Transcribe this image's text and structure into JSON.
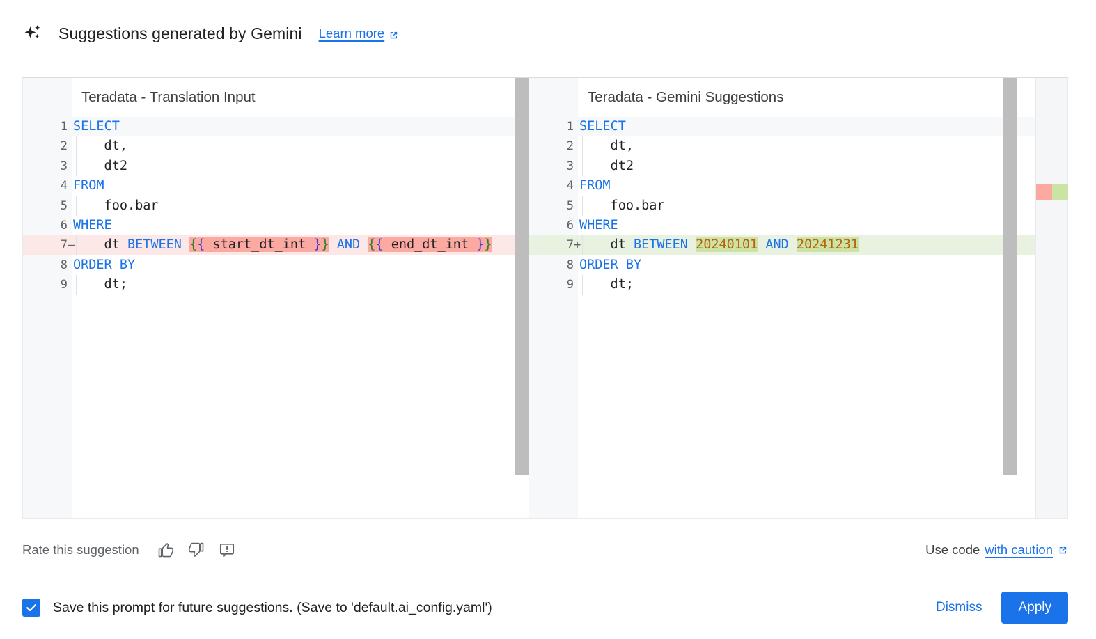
{
  "header": {
    "sparkle_icon": "sparkle-icon",
    "title": "Suggestions generated by Gemini",
    "learn_more": "Learn more",
    "external_link_icon": "external-link-icon"
  },
  "diff": {
    "left": {
      "title": "Teradata - Translation Input",
      "lines": [
        {
          "n": "1",
          "sign": "",
          "state": "current",
          "indent": 0,
          "tokens": [
            {
              "t": "SELECT",
              "c": "kw"
            }
          ]
        },
        {
          "n": "2",
          "sign": "",
          "state": "",
          "indent": 1,
          "tokens": [
            {
              "t": "    dt,",
              "c": ""
            }
          ]
        },
        {
          "n": "3",
          "sign": "",
          "state": "",
          "indent": 1,
          "tokens": [
            {
              "t": "    dt2",
              "c": ""
            }
          ]
        },
        {
          "n": "4",
          "sign": "",
          "state": "",
          "indent": 0,
          "tokens": [
            {
              "t": "FROM",
              "c": "kw"
            }
          ]
        },
        {
          "n": "5",
          "sign": "",
          "state": "",
          "indent": 1,
          "tokens": [
            {
              "t": "    foo.bar",
              "c": ""
            }
          ]
        },
        {
          "n": "6",
          "sign": "",
          "state": "",
          "indent": 0,
          "tokens": [
            {
              "t": "WHERE",
              "c": "kw"
            }
          ]
        },
        {
          "n": "7",
          "sign": "—",
          "state": "del",
          "indent": 1,
          "tokens": [
            {
              "t": "    dt ",
              "c": ""
            },
            {
              "t": "BETWEEN",
              "c": "kw"
            },
            {
              "t": " ",
              "c": ""
            },
            {
              "t": "{",
              "c": "brace-g",
              "chip": "del"
            },
            {
              "t": "{",
              "c": "brace-b",
              "chip": "del"
            },
            {
              "t": " start_dt_int ",
              "c": "",
              "chip": "del"
            },
            {
              "t": "}",
              "c": "brace-b",
              "chip": "del"
            },
            {
              "t": "}",
              "c": "brace-g",
              "chip": "del"
            },
            {
              "t": " ",
              "c": ""
            },
            {
              "t": "AND",
              "c": "kw"
            },
            {
              "t": " ",
              "c": ""
            },
            {
              "t": "{",
              "c": "brace-g",
              "chip": "del"
            },
            {
              "t": "{",
              "c": "brace-b",
              "chip": "del"
            },
            {
              "t": " end_dt_int ",
              "c": "",
              "chip": "del"
            },
            {
              "t": "}",
              "c": "brace-b",
              "chip": "del"
            },
            {
              "t": "}",
              "c": "brace-g",
              "chip": "del"
            }
          ]
        },
        {
          "n": "8",
          "sign": "",
          "state": "",
          "indent": 0,
          "tokens": [
            {
              "t": "ORDER BY",
              "c": "kw"
            }
          ]
        },
        {
          "n": "9",
          "sign": "",
          "state": "",
          "indent": 1,
          "tokens": [
            {
              "t": "    dt;",
              "c": ""
            }
          ]
        }
      ]
    },
    "right": {
      "title": "Teradata - Gemini Suggestions",
      "lines": [
        {
          "n": "1",
          "sign": "",
          "state": "current",
          "indent": 0,
          "tokens": [
            {
              "t": "SELECT",
              "c": "kw"
            }
          ]
        },
        {
          "n": "2",
          "sign": "",
          "state": "",
          "indent": 1,
          "tokens": [
            {
              "t": "    dt,",
              "c": ""
            }
          ]
        },
        {
          "n": "3",
          "sign": "",
          "state": "",
          "indent": 1,
          "tokens": [
            {
              "t": "    dt2",
              "c": ""
            }
          ]
        },
        {
          "n": "4",
          "sign": "",
          "state": "",
          "indent": 0,
          "tokens": [
            {
              "t": "FROM",
              "c": "kw"
            }
          ]
        },
        {
          "n": "5",
          "sign": "",
          "state": "",
          "indent": 1,
          "tokens": [
            {
              "t": "    foo.bar",
              "c": ""
            }
          ]
        },
        {
          "n": "6",
          "sign": "",
          "state": "",
          "indent": 0,
          "tokens": [
            {
              "t": "WHERE",
              "c": "kw"
            }
          ]
        },
        {
          "n": "7",
          "sign": "+",
          "state": "add",
          "indent": 1,
          "tokens": [
            {
              "t": "    dt ",
              "c": ""
            },
            {
              "t": "BETWEEN",
              "c": "kw"
            },
            {
              "t": " ",
              "c": ""
            },
            {
              "t": "20240101",
              "c": "num",
              "chip": "add"
            },
            {
              "t": " ",
              "c": ""
            },
            {
              "t": "AND",
              "c": "kw"
            },
            {
              "t": " ",
              "c": ""
            },
            {
              "t": "20241231",
              "c": "num",
              "chip": "add"
            }
          ]
        },
        {
          "n": "8",
          "sign": "",
          "state": "",
          "indent": 0,
          "tokens": [
            {
              "t": "ORDER BY",
              "c": "kw"
            }
          ]
        },
        {
          "n": "9",
          "sign": "",
          "state": "",
          "indent": 1,
          "tokens": [
            {
              "t": "    dt;",
              "c": ""
            }
          ]
        }
      ]
    },
    "overview_ruler": {
      "removed_color": "#fba9a1",
      "added_color": "#cde3a6"
    }
  },
  "rate": {
    "label": "Rate this suggestion",
    "thumb_up_icon": "thumb-up-icon",
    "thumb_down_icon": "thumb-down-icon",
    "report_icon": "report-feedback-icon",
    "caution_prefix": "Use code",
    "caution_link": "with caution",
    "external_link_icon": "external-link-icon"
  },
  "footer": {
    "checkbox_checked": true,
    "checkbox_label": "Save this prompt for future suggestions. (Save to 'default.ai_config.yaml')",
    "dismiss_label": "Dismiss",
    "apply_label": "Apply"
  },
  "colors": {
    "accent": "#1a73e8",
    "keyword": "#1a73e8",
    "number": "#b8620a",
    "diff_removed_bg": "#fde8e8",
    "diff_added_bg": "#e9f2e0"
  }
}
